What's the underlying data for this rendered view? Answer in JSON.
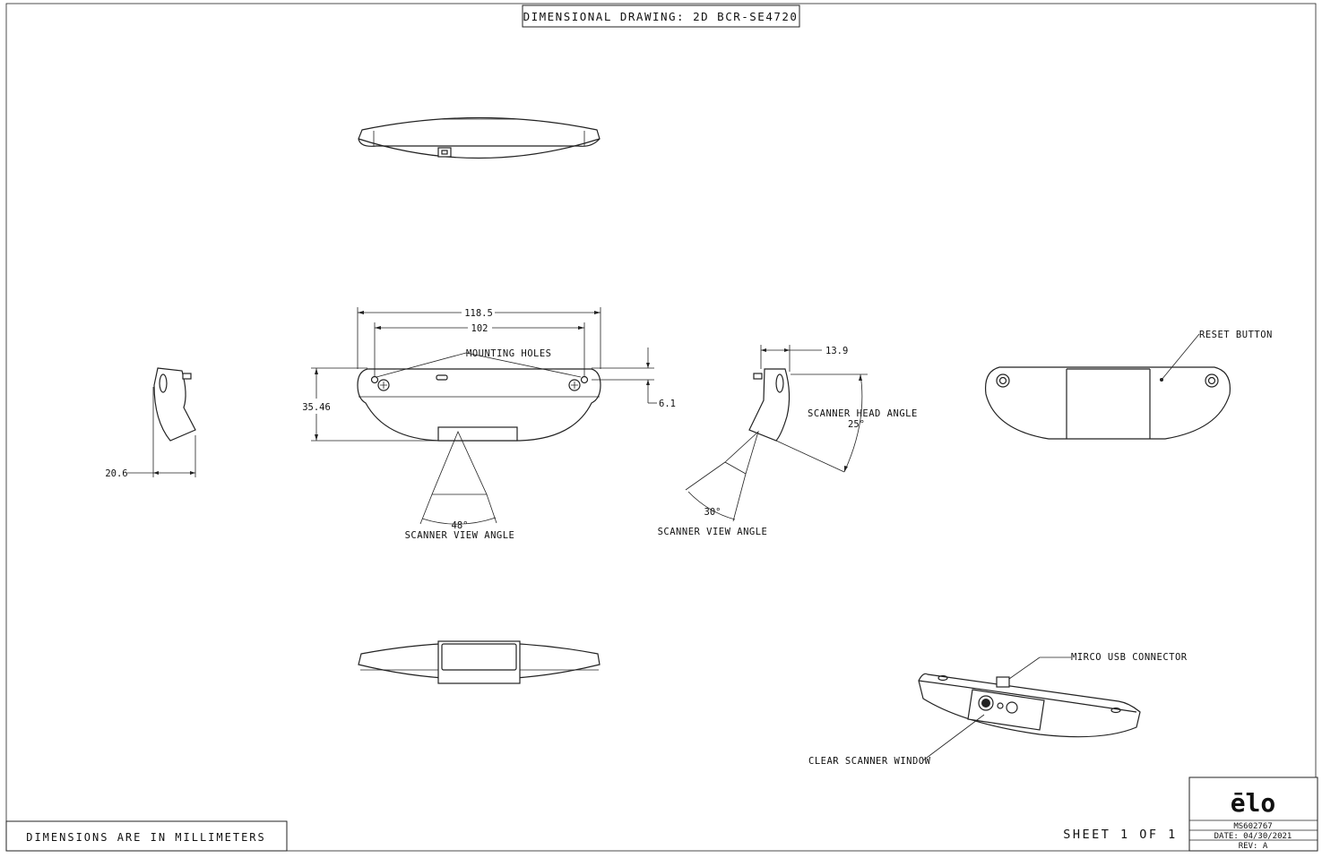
{
  "title": "DIMENSIONAL DRAWING: 2D BCR-SE4720",
  "units_note": "DIMENSIONS ARE IN MILLIMETERS",
  "sheet": "SHEET 1 OF 1",
  "title_block": {
    "logo": "ēlo",
    "part_number": "MS602767",
    "date": "DATE: 04/30/2021",
    "rev": "REV: A"
  },
  "dimensions": {
    "overall_width": "118.5",
    "hole_spacing": "102",
    "height": "35.46",
    "hole_offset": "6.1",
    "side_depth": "20.6",
    "head_depth": "13.9",
    "front_view_angle": "48°",
    "side_view_angle": "30°",
    "head_angle": "25°"
  },
  "callouts": {
    "mounting_holes": "MOUNTING HOLES",
    "scanner_view_angle": "SCANNER VIEW ANGLE",
    "scanner_head_angle": "SCANNER HEAD ANGLE",
    "reset_button": "RESET BUTTON",
    "usb_connector": "MIRCO USB CONNECTOR",
    "clear_window": "CLEAR SCANNER WINDOW"
  }
}
